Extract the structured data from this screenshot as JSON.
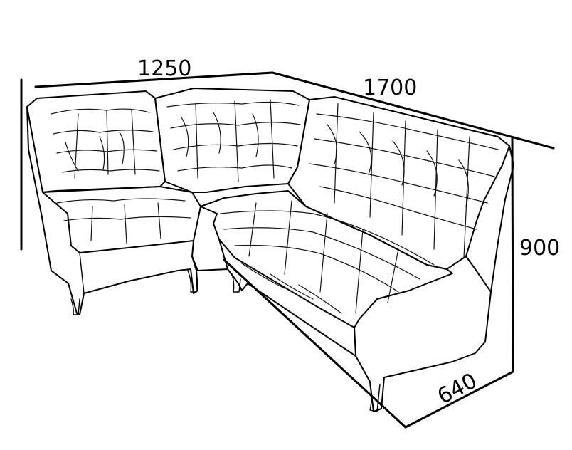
{
  "dimensions": {
    "left_width": "1250",
    "right_width": "1700",
    "height": "900",
    "depth": "640"
  },
  "colors": {
    "line": "#000000",
    "background": "#ffffff"
  }
}
